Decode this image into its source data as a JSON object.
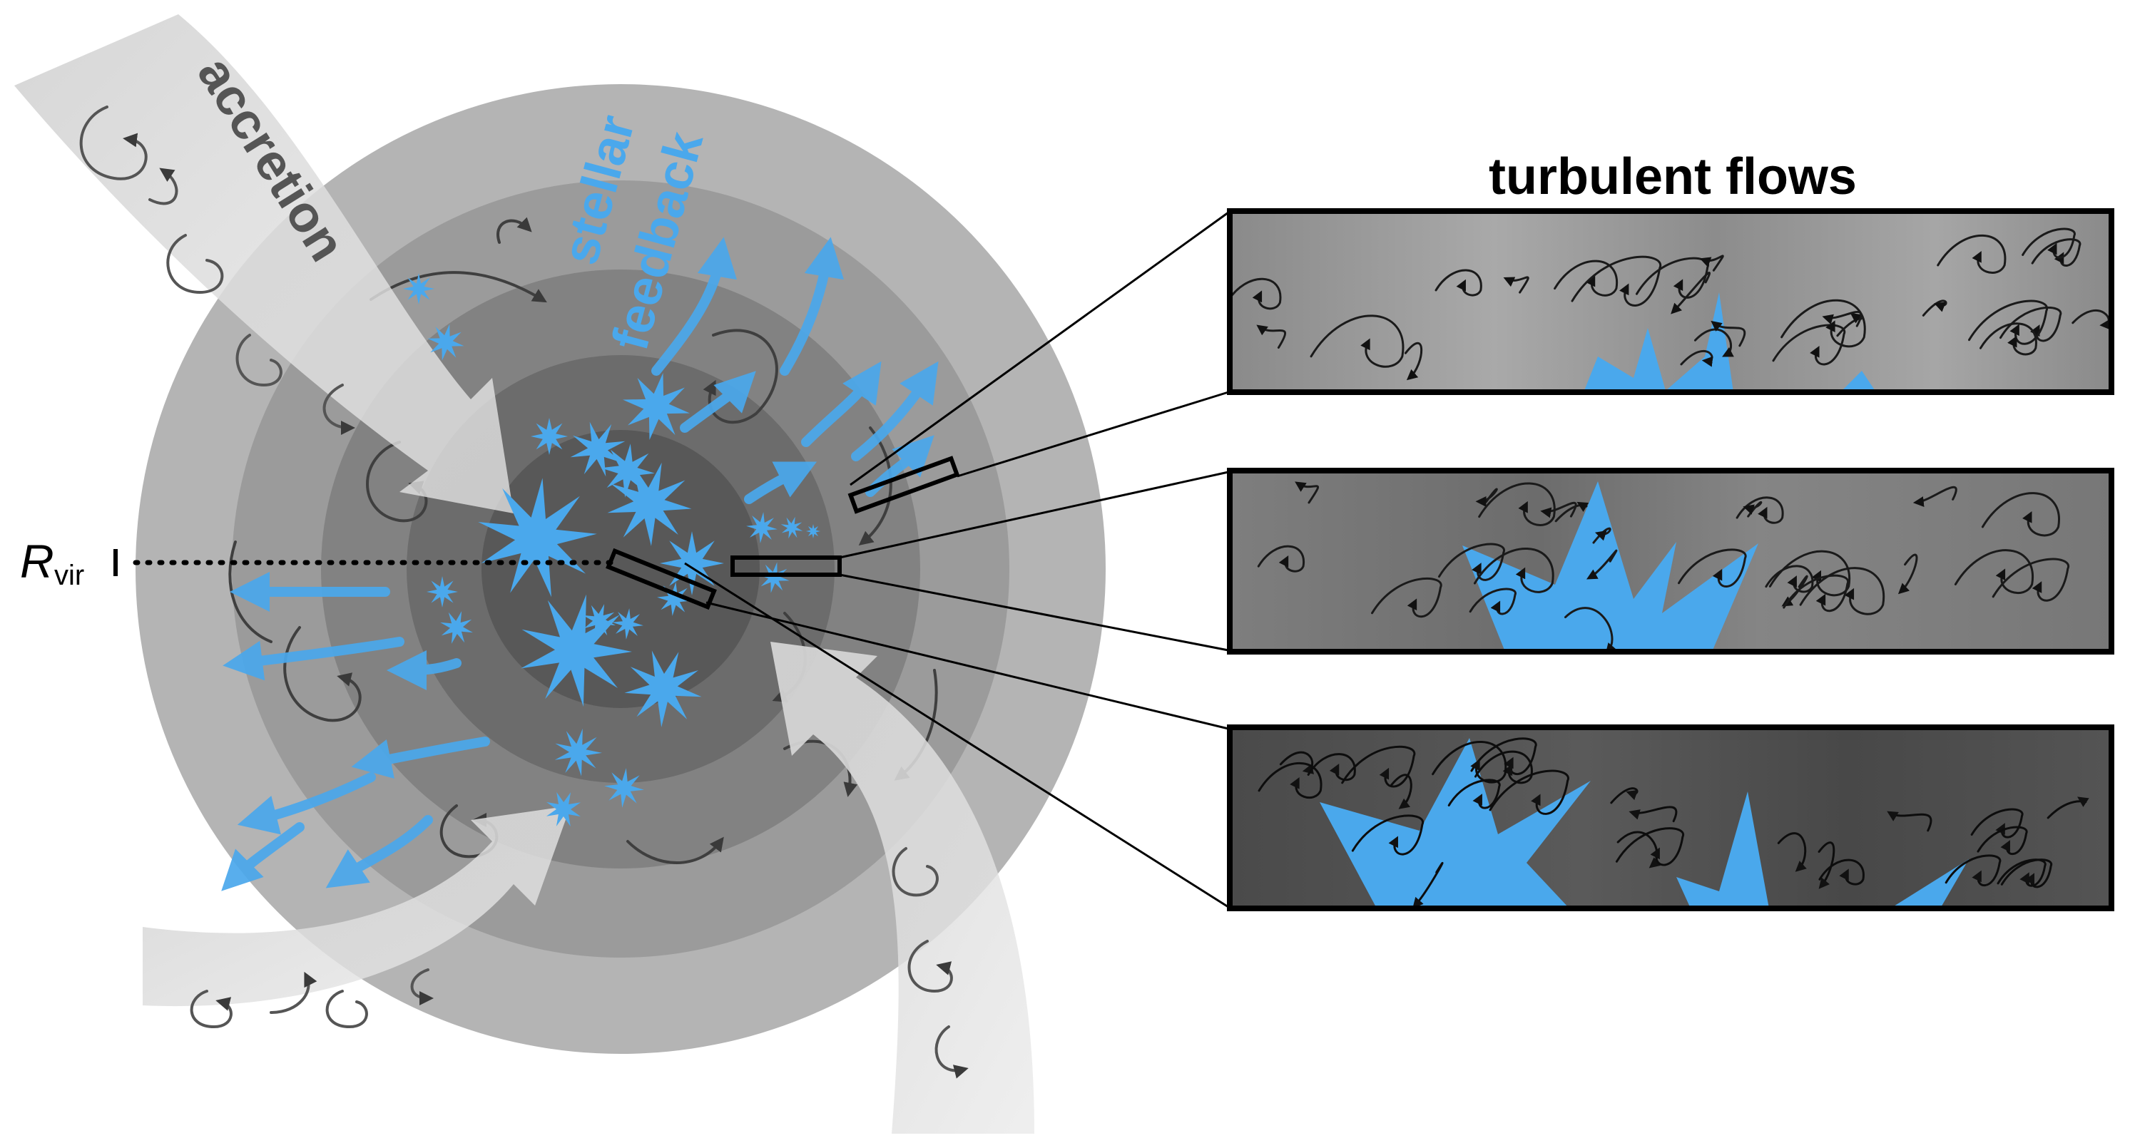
{
  "labels": {
    "accretion": "accretion",
    "stellar": "stellar",
    "feedback": "feedback",
    "turbulent_title": "turbulent flows",
    "rvir_main": "R",
    "rvir_sub": "vir"
  },
  "colors": {
    "background": "#ffffff",
    "shell_outer": "#b4b4b4",
    "shell_2": "#9a9a9a",
    "shell_3": "#818181",
    "shell_4": "#6a6a6a",
    "core": "#575757",
    "stream": "#dcdcdc",
    "feedback_blue": "#4aa8ec",
    "swirl_dark": "#3f3f3f",
    "panel_top": "#8e8e8e",
    "panel_mid": "#7a7a7a",
    "panel_bottom": "#4c4c4c",
    "text_dark": "#000000",
    "accretion_text": "#555555"
  },
  "panels": [
    {
      "name": "panel-outer"
    },
    {
      "name": "panel-middle"
    },
    {
      "name": "panel-inner"
    }
  ]
}
